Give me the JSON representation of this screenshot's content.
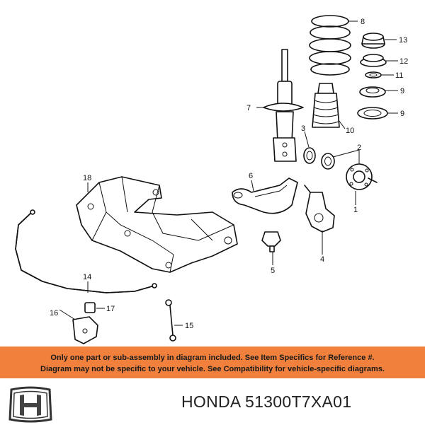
{
  "callouts": {
    "c1": "1",
    "c2": "2",
    "c3": "3",
    "c4": "4",
    "c5": "5",
    "c6": "6",
    "c7": "7",
    "c8": "8",
    "c9a": "9",
    "c9b": "9",
    "c10": "10",
    "c11": "11",
    "c12": "12",
    "c13": "13",
    "c14": "14",
    "c15": "15",
    "c16": "16",
    "c17": "17",
    "c18": "18"
  },
  "notice": {
    "line1": "Only one part or sub-assembly in diagram included. See Item Specifics for Reference #.",
    "line2": "Diagram may not be specific to your vehicle. See Compatibility for vehicle-specific diagrams."
  },
  "footer": {
    "brand": "HONDA",
    "part_number": "51300T7XA01"
  },
  "colors": {
    "notice_bg": "#f0803c",
    "ink": "#111111"
  },
  "icons": {
    "logo": "honda-h-logo"
  }
}
